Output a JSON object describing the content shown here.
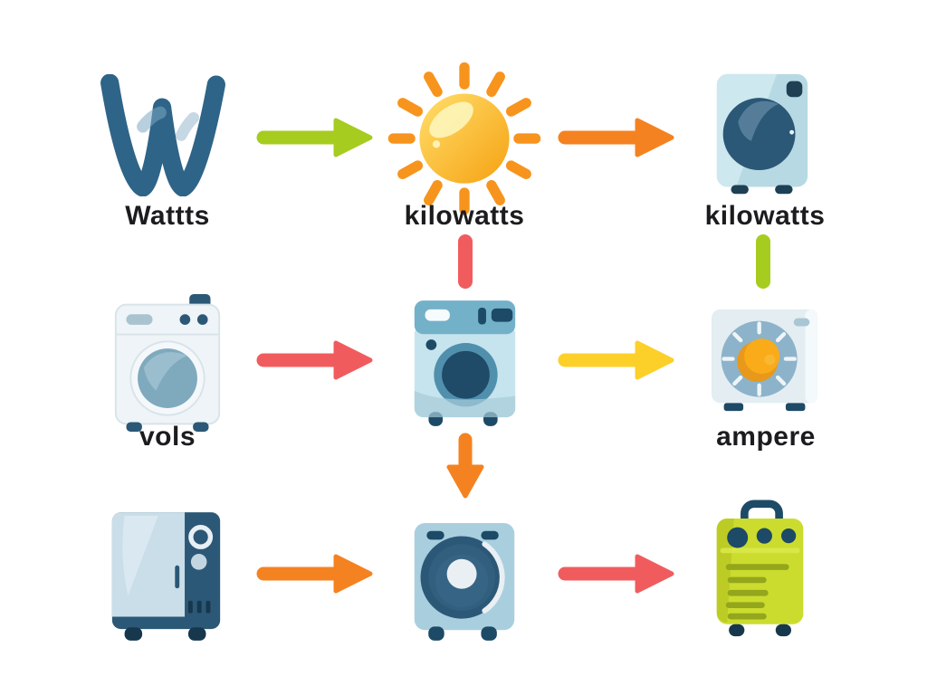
{
  "colors": {
    "background": "#ffffff",
    "arrow_green": "#a6cc1f",
    "arrow_orange": "#f58220",
    "arrow_red": "#f05c5e",
    "arrow_yellow": "#fcd029",
    "label_text": "#1c1c1e",
    "icon_navy": "#2b5876",
    "icon_light_blue": "#b7d9e3",
    "sun_orange": "#f8a91c",
    "generator_green": "#cbdc2f"
  },
  "nodes": [
    {
      "icon": "letter-w-icon",
      "label": "Wattts",
      "row": 1,
      "col": 1
    },
    {
      "icon": "sun-icon",
      "label": "kilowatts",
      "row": 1,
      "col": 2
    },
    {
      "icon": "dryer-icon",
      "label": "kilowatts",
      "row": 1,
      "col": 3
    },
    {
      "icon": "washing-machine-icon",
      "label": "vols",
      "row": 2,
      "col": 1
    },
    {
      "icon": "compact-washer-icon",
      "label": "",
      "row": 2,
      "col": 2
    },
    {
      "icon": "air-conditioner-icon",
      "label": "ampere",
      "row": 2,
      "col": 3
    },
    {
      "icon": "refrigerator-icon",
      "label": "",
      "row": 3,
      "col": 1
    },
    {
      "icon": "subwoofer-speaker-icon",
      "label": "",
      "row": 3,
      "col": 2
    },
    {
      "icon": "portable-generator-icon",
      "label": "",
      "row": 3,
      "col": 3
    }
  ],
  "connectors": [
    {
      "from": "letter-w",
      "to": "sun",
      "shape": "arrow-right",
      "color": "green"
    },
    {
      "from": "sun",
      "to": "dryer",
      "shape": "arrow-right",
      "color": "orange"
    },
    {
      "from": "sun",
      "to": "compact-washer",
      "shape": "bar-down",
      "color": "red"
    },
    {
      "from": "dryer",
      "to": "air-conditioner",
      "shape": "bar-down",
      "color": "green"
    },
    {
      "from": "washing-machine",
      "to": "compact-washer",
      "shape": "arrow-right",
      "color": "red"
    },
    {
      "from": "compact-washer",
      "to": "air-conditioner",
      "shape": "arrow-right",
      "color": "yellow"
    },
    {
      "from": "compact-washer",
      "to": "subwoofer-speaker",
      "shape": "arrow-down",
      "color": "orange"
    },
    {
      "from": "refrigerator",
      "to": "subwoofer-speaker",
      "shape": "arrow-right",
      "color": "orange"
    },
    {
      "from": "subwoofer-speaker",
      "to": "portable-generator",
      "shape": "arrow-right",
      "color": "red"
    }
  ]
}
